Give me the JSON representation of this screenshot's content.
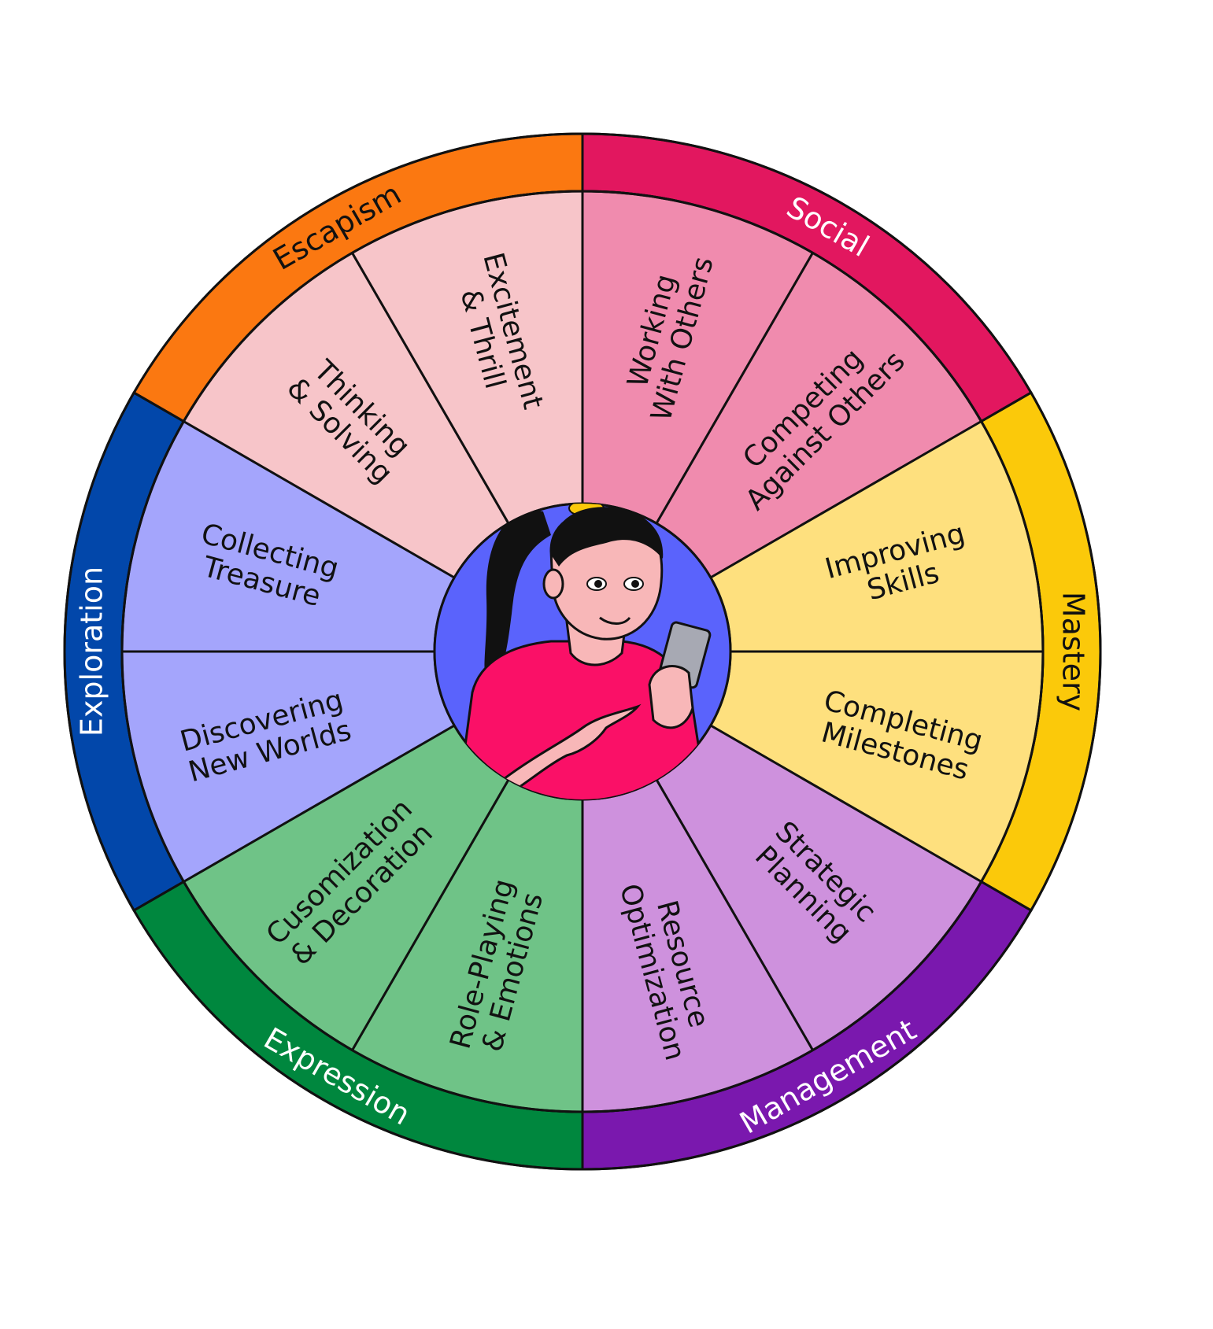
{
  "diagram": {
    "type": "motivation-wheel",
    "categories": [
      {
        "name": "Social",
        "ring_color": "#E2175F",
        "segment_color": "#F08BAE",
        "label_color": "#ffffff",
        "segments": [
          {
            "lines": [
              "Working",
              "With Others"
            ]
          },
          {
            "lines": [
              "Competing",
              "Against Others"
            ]
          }
        ]
      },
      {
        "name": "Mastery",
        "ring_color": "#FBC90A",
        "segment_color": "#FEE07E",
        "label_color": "#111111",
        "segments": [
          {
            "lines": [
              "Improving",
              "Skills"
            ]
          },
          {
            "lines": [
              "Completing",
              "Milestones"
            ]
          }
        ]
      },
      {
        "name": "Management",
        "ring_color": "#7A18AE",
        "segment_color": "#CE91DD",
        "label_color": "#ffffff",
        "segments": [
          {
            "lines": [
              "Strategic",
              "Planning"
            ]
          },
          {
            "lines": [
              "Resource",
              "Optimization"
            ]
          }
        ]
      },
      {
        "name": "Expression",
        "ring_color": "#00873E",
        "segment_color": "#6FC387",
        "label_color": "#ffffff",
        "segments": [
          {
            "lines": [
              "Role-Playing",
              "& Emotions"
            ]
          },
          {
            "lines": [
              "Cusomization",
              "& Decoration"
            ]
          }
        ]
      },
      {
        "name": "Exploration",
        "ring_color": "#0247AA",
        "segment_color": "#A4A5FC",
        "label_color": "#ffffff",
        "segments": [
          {
            "lines": [
              "Discovering",
              "New Worlds"
            ]
          },
          {
            "lines": [
              "Collecting",
              "Treasure"
            ]
          }
        ]
      },
      {
        "name": "Escapism",
        "ring_color": "#FB7811",
        "segment_color": "#F7C5C9",
        "label_color": "#111111",
        "segments": [
          {
            "lines": [
              "Thinking",
              "& Solving"
            ]
          },
          {
            "lines": [
              "Excitement",
              "& Thrill"
            ]
          }
        ]
      }
    ],
    "center": {
      "illustration": "girl-with-phone-illustration",
      "background_color": "#5A63FC"
    }
  }
}
